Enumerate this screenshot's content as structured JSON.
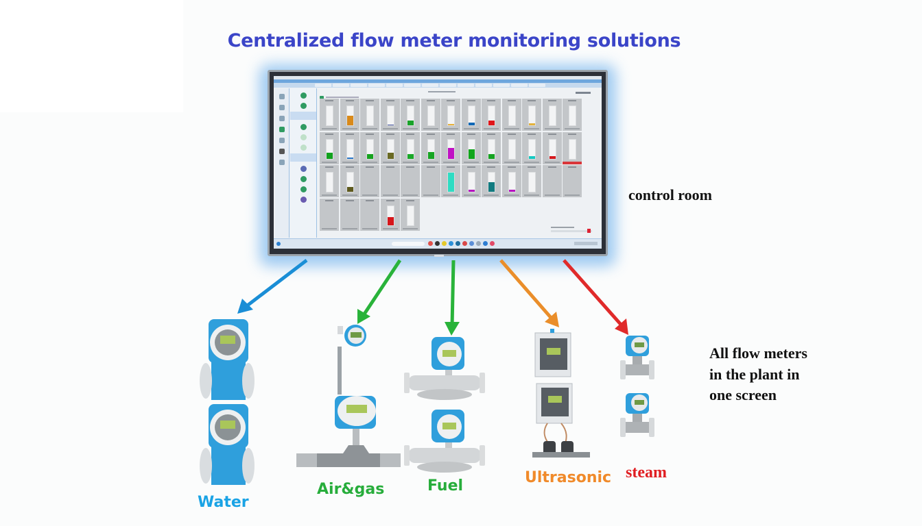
{
  "header": {
    "title": "Centralized flow meter monitoring solutions",
    "title_color": "#3b45c8"
  },
  "monitor": {
    "label": "control room",
    "screen": {
      "app": "flow monitoring dashboard",
      "tiles": [
        {
          "row": 1,
          "fill_color": "",
          "level": 0
        },
        {
          "row": 1,
          "fill_color": "#d98a1b",
          "level": 0.5
        },
        {
          "row": 1,
          "fill_color": "",
          "level": 0
        },
        {
          "row": 1,
          "fill_color": "#3b4b9a",
          "level": 0.04
        },
        {
          "row": 1,
          "fill_color": "#1aa32a",
          "level": 0.25
        },
        {
          "row": 1,
          "fill_color": "",
          "level": 0
        },
        {
          "row": 1,
          "fill_color": "#e7b13a",
          "level": 0.06
        },
        {
          "row": 1,
          "fill_color": "#1168b6",
          "level": 0.15
        },
        {
          "row": 1,
          "fill_color": "#e0161a",
          "level": 0.25
        },
        {
          "row": 1,
          "fill_color": "",
          "level": 0
        },
        {
          "row": 1,
          "fill_color": "#e3b23d",
          "level": 0.1
        },
        {
          "row": 1,
          "fill_color": "",
          "level": 0
        },
        {
          "row": 1,
          "fill_color": "",
          "level": 0
        },
        {
          "row": 2,
          "fill_color": "#12a11e",
          "level": 0.3
        },
        {
          "row": 2,
          "fill_color": "#2a77c9",
          "level": 0.06
        },
        {
          "row": 2,
          "fill_color": "#16a21f",
          "level": 0.25
        },
        {
          "row": 2,
          "fill_color": "#6a6a24",
          "level": 0.3
        },
        {
          "row": 2,
          "fill_color": "#1aa829",
          "level": 0.25
        },
        {
          "row": 2,
          "fill_color": "#17a523",
          "level": 0.35
        },
        {
          "row": 2,
          "fill_color": "#c012c4",
          "level": 0.55
        },
        {
          "row": 2,
          "fill_color": "#11a61c",
          "level": 0.5
        },
        {
          "row": 2,
          "fill_color": "#16a321",
          "level": 0.25
        },
        {
          "row": 2,
          "fill_color": "",
          "level": 0
        },
        {
          "row": 2,
          "fill_color": "#16c9c2",
          "level": 0.12
        },
        {
          "row": 2,
          "fill_color": "#d5191e",
          "level": 0.12
        },
        {
          "row": 2,
          "fill_color": "",
          "level": 0,
          "alarm": true
        },
        {
          "row": 3,
          "fill_color": "",
          "level": 0
        },
        {
          "row": 3,
          "fill_color": "#5e5a1e",
          "level": 0.25
        },
        {
          "row": 3,
          "empty": true
        },
        {
          "row": 3,
          "empty": true
        },
        {
          "row": 3,
          "empty": true
        },
        {
          "row": 3,
          "empty": true
        },
        {
          "row": 3,
          "fill_color": "#2fdcc3",
          "level": 1.0
        },
        {
          "row": 3,
          "fill_color": "#b614c0",
          "level": 0.1
        },
        {
          "row": 3,
          "fill_color": "#127b80",
          "level": 0.5
        },
        {
          "row": 3,
          "fill_color": "#b812c2",
          "level": 0.12
        },
        {
          "row": 3,
          "fill_color": "",
          "level": 0
        },
        {
          "row": 3,
          "empty": true
        },
        {
          "row": 3,
          "empty": true
        },
        {
          "row": 4,
          "empty": true
        },
        {
          "row": 4,
          "empty": true
        },
        {
          "row": 4,
          "empty": true
        },
        {
          "row": 4,
          "fill_color": "#d6161b",
          "level": 0.4
        },
        {
          "row": 4,
          "fill_color": "",
          "level": 0
        }
      ],
      "taskbar_icons": [
        "#e0504a",
        "#333333",
        "#e5c92a",
        "#2b8fd8",
        "#1e6d9e",
        "#d94848",
        "#5b8ed6",
        "#9aa9b8",
        "#2d7dd2",
        "#e24a67"
      ]
    }
  },
  "side_note": {
    "lines": [
      "All flow meters",
      "in the plant in",
      "one screen"
    ]
  },
  "categories": [
    {
      "label": "Water",
      "color": "#1aa3e5",
      "arrow_color": "#1a8ed6"
    },
    {
      "label": "Air&gas",
      "color": "#27ad3b",
      "arrow_color": "#29b33a"
    },
    {
      "label": "Fuel",
      "color": "#27ad3b",
      "arrow_color": "#29b33a"
    },
    {
      "label": "Ultrasonic",
      "color": "#f08a2a",
      "arrow_color": "#ea8e2a"
    },
    {
      "label": "steam",
      "color": "#e01e22",
      "arrow_color": "#e02a2a"
    }
  ]
}
